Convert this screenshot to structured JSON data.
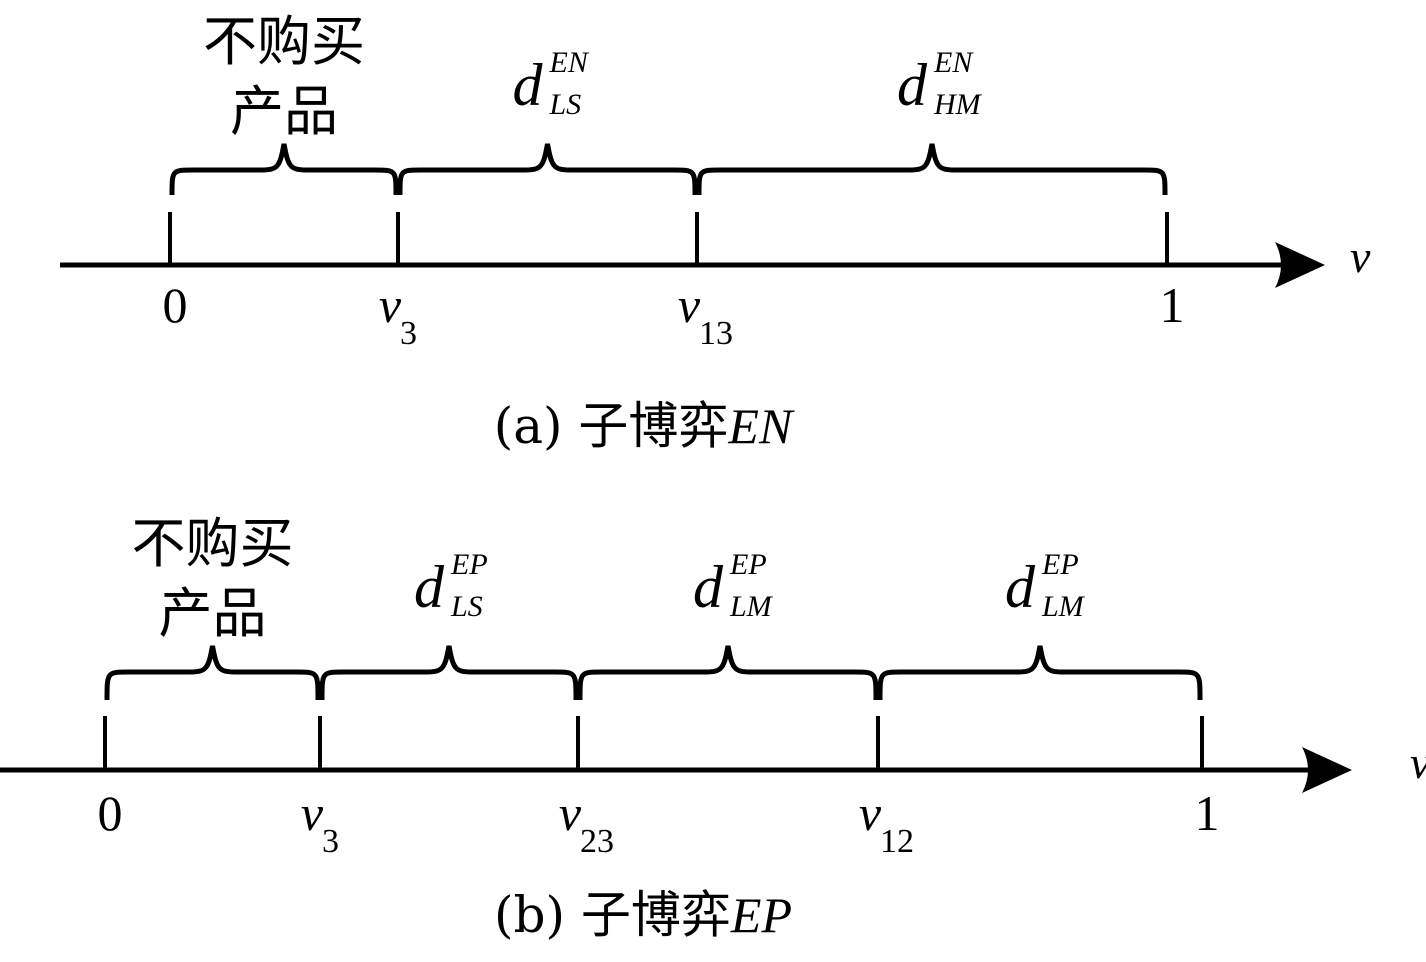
{
  "colors": {
    "ink": "#000000",
    "background": "#ffffff"
  },
  "panels": [
    {
      "id": "a",
      "caption_prefix": "(a) 子博弈",
      "caption_game": "EN",
      "axis_label": "v",
      "ticks": [
        {
          "label": "0",
          "sub": ""
        },
        {
          "label": "v",
          "sub": "3"
        },
        {
          "label": "v",
          "sub": "13"
        },
        {
          "label": "1",
          "sub": ""
        }
      ],
      "segments": [
        {
          "type": "text",
          "lines": [
            "不购买",
            "产品"
          ]
        },
        {
          "type": "math",
          "base": "d",
          "sup": "EN",
          "sub": "LS"
        },
        {
          "type": "math",
          "base": "d",
          "sup": "EN",
          "sub": "HM"
        }
      ]
    },
    {
      "id": "b",
      "caption_prefix": "(b) 子博弈",
      "caption_game": "EP",
      "axis_label": "v",
      "ticks": [
        {
          "label": "0",
          "sub": ""
        },
        {
          "label": "v",
          "sub": "3"
        },
        {
          "label": "v",
          "sub": "23"
        },
        {
          "label": "v",
          "sub": "12"
        },
        {
          "label": "1",
          "sub": ""
        }
      ],
      "segments": [
        {
          "type": "text",
          "lines": [
            "不购买",
            "产品"
          ]
        },
        {
          "type": "math",
          "base": "d",
          "sup": "EP",
          "sub": "LS"
        },
        {
          "type": "math",
          "base": "d",
          "sup": "EP",
          "sub": "LM"
        },
        {
          "type": "math",
          "base": "d",
          "sup": "EP",
          "sub": "LM"
        }
      ]
    }
  ]
}
